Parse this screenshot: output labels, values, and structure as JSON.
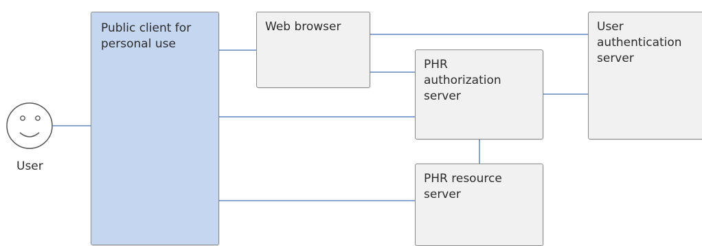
{
  "colors": {
    "connector": "#3f6fb5",
    "client_fill": "#c5d7f0",
    "server_fill": "#f1f1f1",
    "border": "#8a8a8a"
  },
  "user": {
    "icon": "smiley-face-icon",
    "label": "User"
  },
  "nodes": {
    "client": "Public client for\npersonal use",
    "browser": "Web browser",
    "auth_server": "PHR\nauthorization\nserver",
    "user_auth_server": "User\nauthentication\nserver",
    "resource_server": "PHR resource\nserver"
  }
}
